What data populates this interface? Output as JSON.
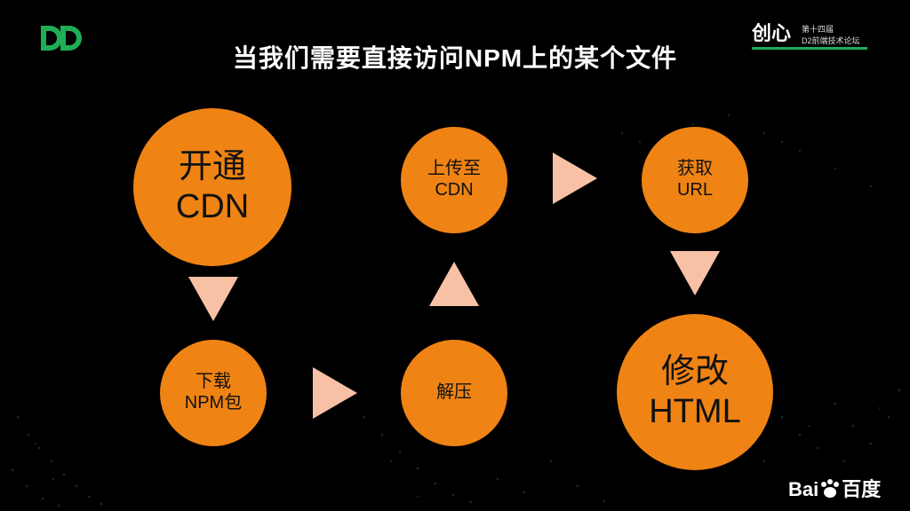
{
  "title": "当我们需要直接访问NPM上的某个文件",
  "logos": {
    "left_logo": "D2-logo",
    "right_brand": "创心",
    "right_edition": "第十四届",
    "right_forum": "D2前端技术论坛",
    "baidu": "Bai",
    "baidu_suffix": "百度",
    "accent_green": "#1fae55"
  },
  "colors": {
    "node": "#ef8314",
    "arrow": "#f8c1a6",
    "text": "#111111"
  },
  "steps": [
    {
      "line1": "开通",
      "line2": "CDN"
    },
    {
      "line1": "下载",
      "line2": "NPM包"
    },
    {
      "line1": "解压",
      "line2": ""
    },
    {
      "line1": "上传至",
      "line2": "CDN"
    },
    {
      "line1": "获取",
      "line2": "URL"
    },
    {
      "line1": "修改",
      "line2": "HTML"
    }
  ]
}
